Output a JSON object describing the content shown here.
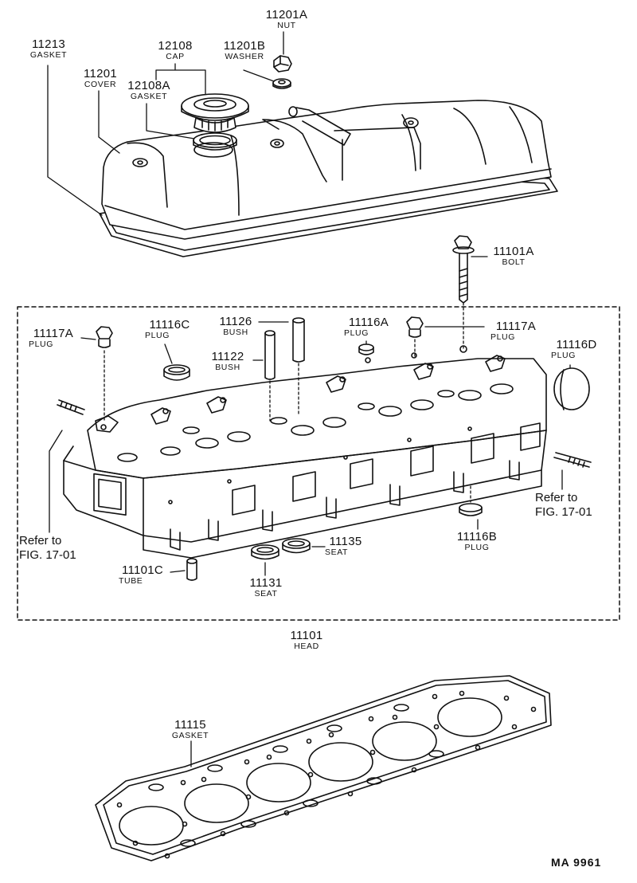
{
  "diagram_code": "MA 9961",
  "refs": {
    "left": {
      "line1": "Refer to",
      "line2": "FIG. 17-01"
    },
    "right": {
      "line1": "Refer to",
      "line2": "FIG. 17-01"
    }
  },
  "parts": {
    "nut": {
      "number": "11201A",
      "name": "NUT"
    },
    "gasket_cover": {
      "number": "11213",
      "name": "GASKET"
    },
    "cap": {
      "number": "12108",
      "name": "CAP"
    },
    "washer": {
      "number": "11201B",
      "name": "WASHER"
    },
    "cover": {
      "number": "11201",
      "name": "COVER"
    },
    "cap_gasket": {
      "number": "12108A",
      "name": "GASKET"
    },
    "bolt": {
      "number": "11101A",
      "name": "BOLT"
    },
    "plug_left": {
      "number": "11117A",
      "name": "PLUG"
    },
    "plug_c": {
      "number": "11116C",
      "name": "PLUG"
    },
    "bush_upper": {
      "number": "11126",
      "name": "BUSH"
    },
    "bush_lower": {
      "number": "11122",
      "name": "BUSH"
    },
    "plug_a": {
      "number": "11116A",
      "name": "PLUG"
    },
    "plug_right": {
      "number": "11117A",
      "name": "PLUG"
    },
    "plug_d": {
      "number": "11116D",
      "name": "PLUG"
    },
    "plug_b": {
      "number": "11116B",
      "name": "PLUG"
    },
    "seat_135": {
      "number": "11135",
      "name": "SEAT"
    },
    "tube": {
      "number": "11101C",
      "name": "TUBE"
    },
    "seat_131": {
      "number": "11131",
      "name": "SEAT"
    },
    "head": {
      "number": "11101",
      "name": "HEAD"
    },
    "head_gasket": {
      "number": "11115",
      "name": "GASKET"
    }
  }
}
